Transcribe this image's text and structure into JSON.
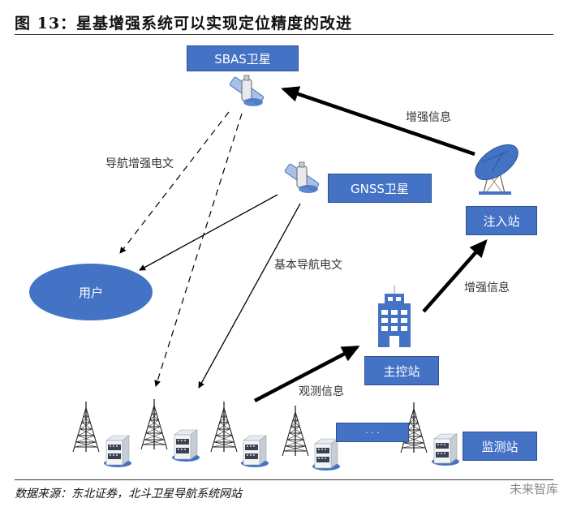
{
  "figure": {
    "title": "图 13：星基增强系统可以实现定位精度的改进"
  },
  "nodes": {
    "sbas_satellite": "SBAS卫星",
    "gnss_satellite": "GNSS卫星",
    "user": "用户",
    "uplink_station": "注入站",
    "master_control_station": "主控站",
    "monitoring_station": "监测站",
    "ellipsis_box": "· · ·"
  },
  "edges": {
    "sbas_to_user": "导航增强电文",
    "gnss_to_ground": "基本导航电文",
    "uplink_to_sbas": "增强信息",
    "master_to_uplink": "增强信息",
    "monitor_to_master": "观测信息"
  },
  "footer": {
    "source": "数据来源：东北证券，北斗卫星导航系统网站",
    "watermark": "未来智库"
  },
  "colors": {
    "node_fill": "#4472C4",
    "arrow": "#000000"
  }
}
